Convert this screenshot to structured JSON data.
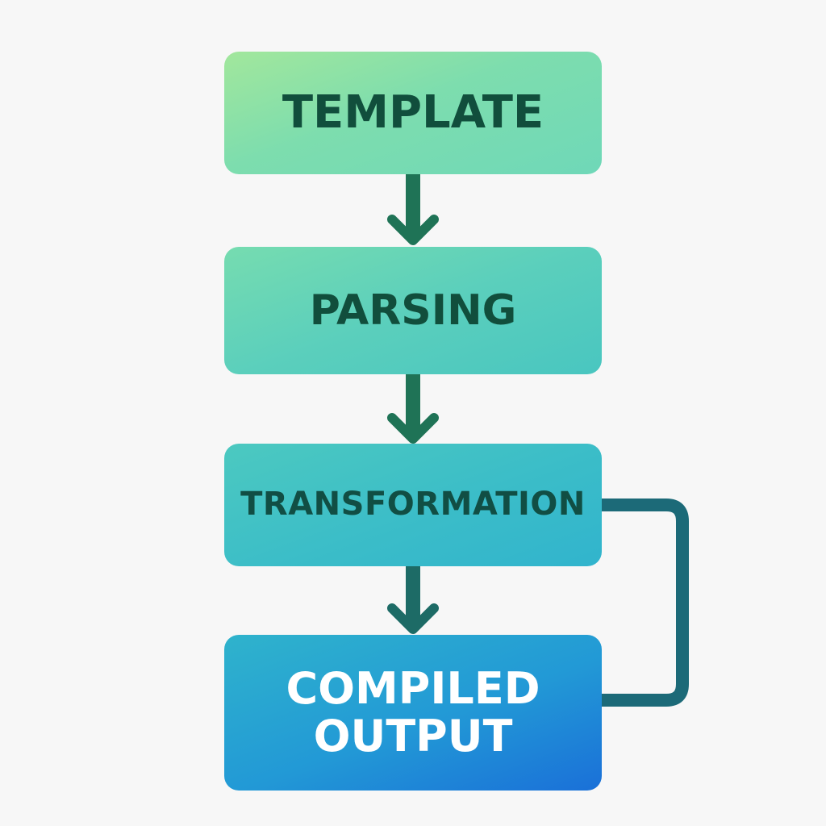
{
  "diagram": {
    "stages": [
      {
        "lines": [
          "TEMPLATE"
        ]
      },
      {
        "lines": [
          "PARSING"
        ]
      },
      {
        "lines": [
          "TRANSFORMATION"
        ]
      },
      {
        "lines": [
          "COMPILED",
          "OUTPUT"
        ]
      }
    ]
  },
  "colors": {
    "arrow": "#1f7356",
    "feedback_loop": "#1c6a78",
    "compiled_text": "#ffffff",
    "stage_text": "#114e3c"
  }
}
